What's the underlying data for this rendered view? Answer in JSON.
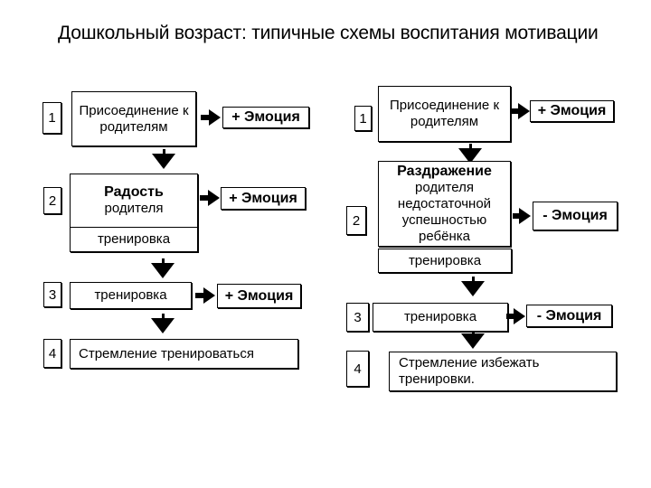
{
  "title": "Дошкольный возраст: типичные схемы воспитания мотивации",
  "colors": {
    "ink": "#000000",
    "paper": "#ffffff"
  },
  "left_scheme": {
    "step1": {
      "num": "1",
      "text": "Присоединение к родителям",
      "emotion": "+ Эмоция"
    },
    "step2": {
      "num": "2",
      "emphasis": "Радость",
      "rest": "родителя",
      "training": "тренировка",
      "emotion": "+ Эмоция"
    },
    "step3": {
      "num": "3",
      "text": "тренировка",
      "emotion": "+ Эмоция"
    },
    "step4": {
      "num": "4",
      "text": "Стремление тренироваться"
    }
  },
  "right_scheme": {
    "step1": {
      "num": "1",
      "text": "Присоединение к родителям",
      "emotion": "+ Эмоция"
    },
    "step2": {
      "num": "2",
      "emphasis": "Раздражение",
      "rest": "родителя недостаточной успешностью ребёнка",
      "training": "тренировка",
      "emotion": "- Эмоция"
    },
    "step3": {
      "num": "3",
      "text": "тренировка",
      "emotion": "- Эмоция"
    },
    "step4": {
      "num": "4",
      "text": "Стремление избежать тренировки."
    }
  }
}
